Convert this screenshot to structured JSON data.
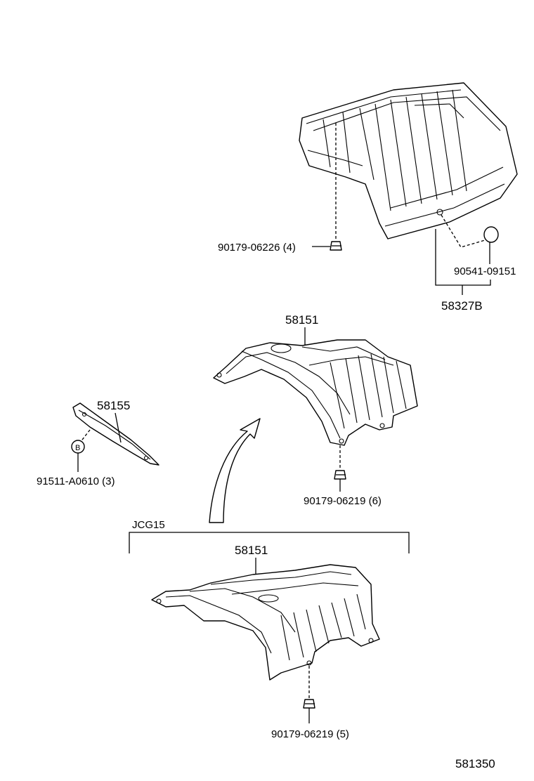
{
  "labels": {
    "bolt_top": "90179-06226 (4)",
    "clip_right": "90541-09151",
    "shield_top": "58327B",
    "shield_middle": "58151",
    "bracket": "58155",
    "plug": "91511-A0610 (3)",
    "nut_middle": "90179-06219 (6)",
    "variant": "JCG15",
    "shield_bottom": "58151",
    "nut_bottom": "90179-06219 (5)",
    "diagram_number": "581350"
  }
}
